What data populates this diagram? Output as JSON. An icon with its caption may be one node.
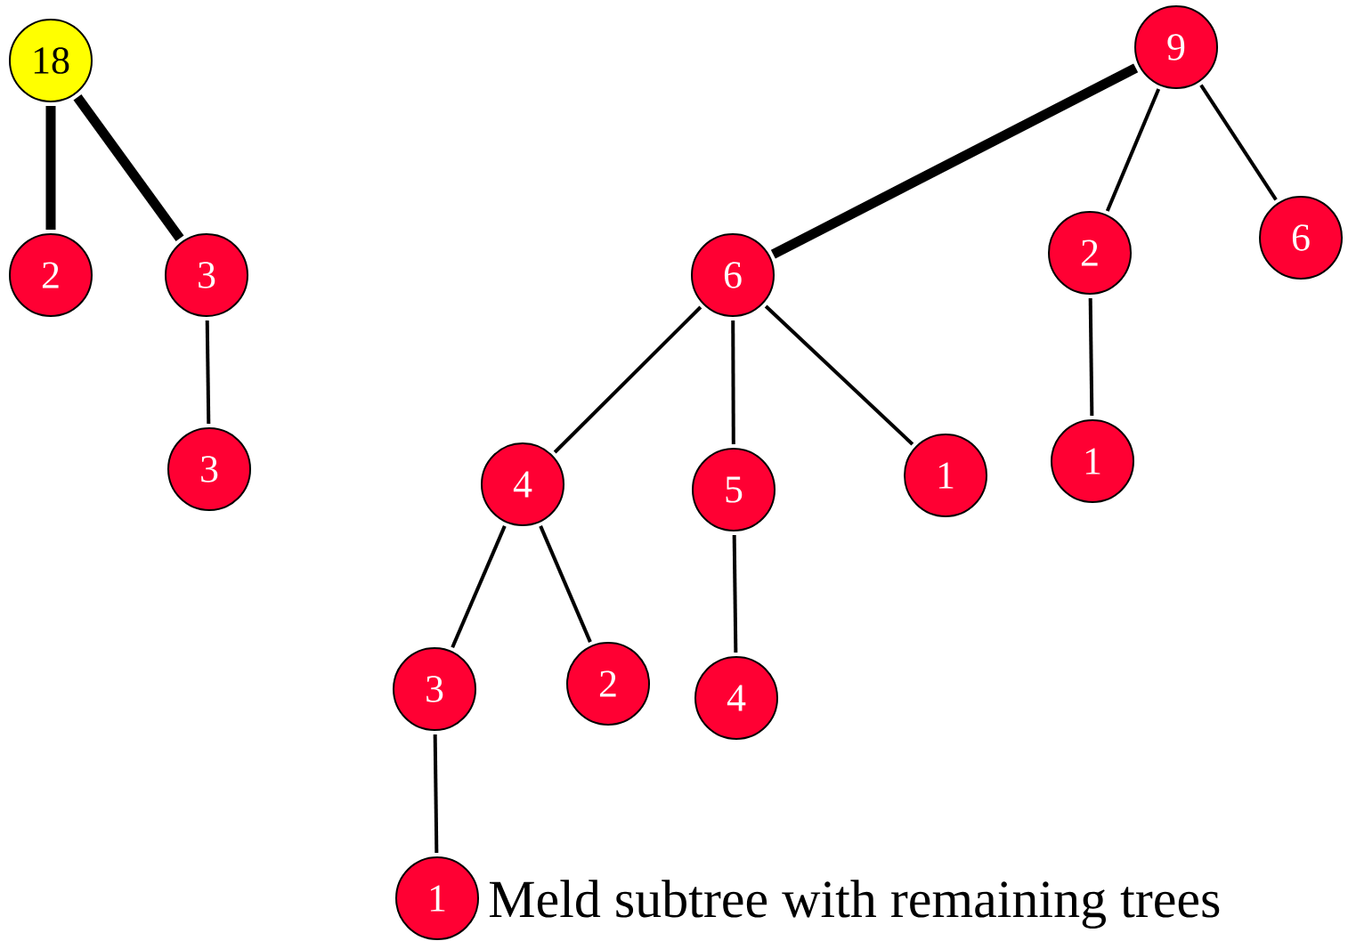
{
  "diagram": {
    "nodes": [
      {
        "text": [
          "18"
        ]
      },
      {
        "text": [
          "2"
        ]
      },
      {
        "text": [
          "3"
        ]
      },
      {
        "text": [
          "3"
        ]
      },
      {
        "text": [
          "9"
        ]
      },
      {
        "text": [
          "6"
        ]
      },
      {
        "text": [
          "2"
        ]
      },
      {
        "text": [
          "6"
        ]
      },
      {
        "text": [
          "4"
        ]
      },
      {
        "text": [
          "5"
        ]
      },
      {
        "text": [
          "1"
        ]
      },
      {
        "text": [
          "1"
        ]
      },
      {
        "text": [
          "3"
        ]
      },
      {
        "text": [
          "2"
        ]
      },
      {
        "text": [
          "4"
        ]
      },
      {
        "text": [
          "1"
        ]
      }
    ],
    "edges": [
      {
        "from": 0,
        "to": 1,
        "arrow": "none",
        "style": "thick"
      },
      {
        "from": 0,
        "to": 2,
        "arrow": "none",
        "style": "thick"
      },
      {
        "from": 2,
        "to": 3,
        "arrow": "none"
      },
      {
        "from": 4,
        "to": 5,
        "arrow": "none",
        "style": "thick"
      },
      {
        "from": 4,
        "to": 6,
        "arrow": "none"
      },
      {
        "from": 4,
        "to": 7,
        "arrow": "none"
      },
      {
        "from": 5,
        "to": 8,
        "arrow": "none"
      },
      {
        "from": 5,
        "to": 9,
        "arrow": "none"
      },
      {
        "from": 5,
        "to": 10,
        "arrow": "none"
      },
      {
        "from": 6,
        "to": 11,
        "arrow": "none"
      },
      {
        "from": 8,
        "to": 12,
        "arrow": "none"
      },
      {
        "from": 8,
        "to": 13,
        "arrow": "none"
      },
      {
        "from": 9,
        "to": 14,
        "arrow": "none"
      },
      {
        "from": 12,
        "to": 15,
        "arrow": "none"
      }
    ],
    "labels": [
      "Meld subtree with remaining trees"
    ]
  }
}
